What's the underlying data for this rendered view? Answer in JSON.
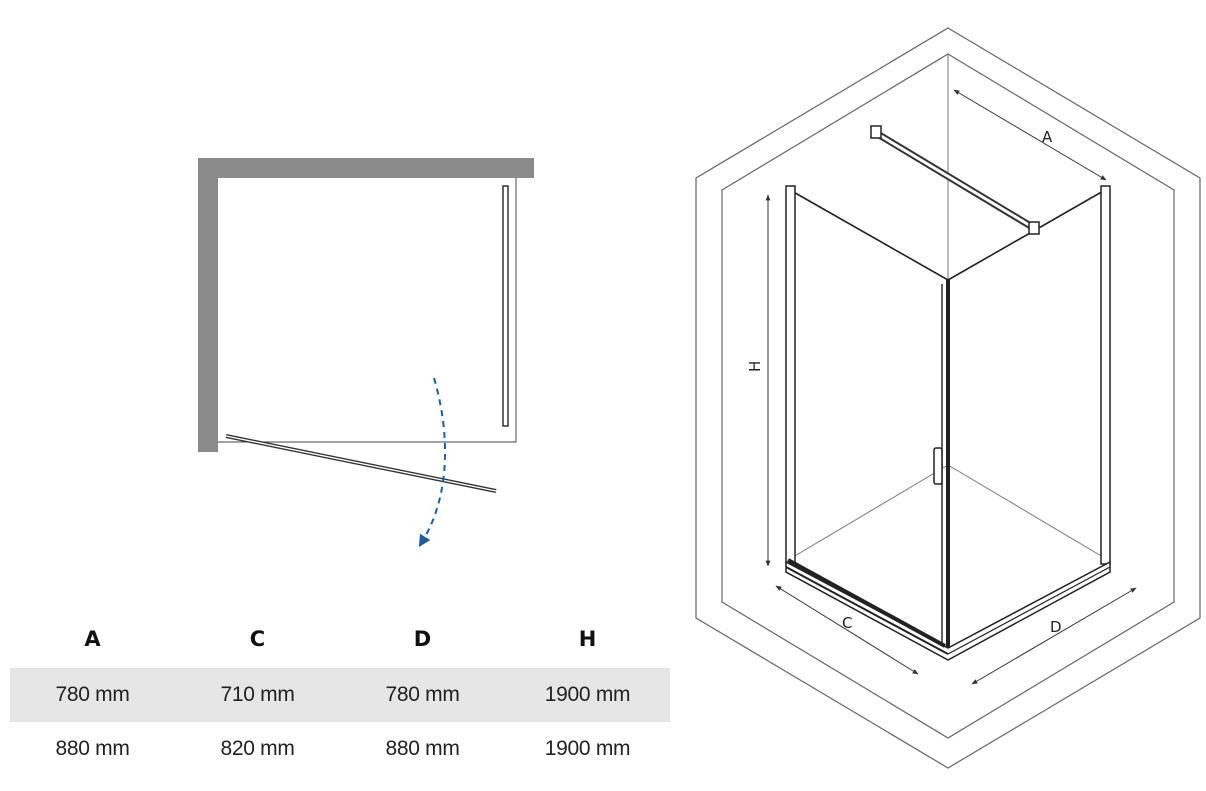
{
  "plan_view": {
    "wall_color": "#8a8a8a",
    "swing_arrow_color": "#1a5fa6"
  },
  "iso_view": {
    "labels": {
      "a": "A",
      "h": "H",
      "c": "C",
      "d": "D"
    }
  },
  "dimensions_table": {
    "headers": [
      "A",
      "C",
      "D",
      "H"
    ],
    "rows": [
      [
        "780 mm",
        "710 mm",
        "780 mm",
        "1900 mm"
      ],
      [
        "880 mm",
        "820 mm",
        "880 mm",
        "1900 mm"
      ]
    ]
  }
}
